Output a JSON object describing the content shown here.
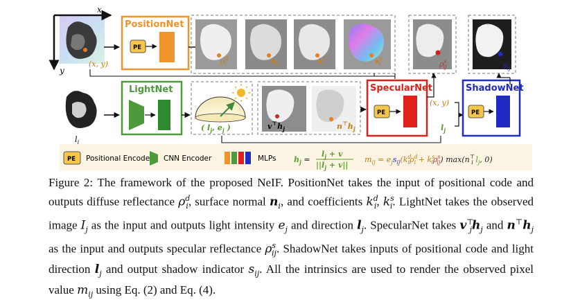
{
  "figure": {
    "axis_x": "x",
    "axis_y": "y",
    "coord_label": "(x, y)",
    "light_label": "l",
    "light_sub": "j",
    "positionnet": {
      "title": "PositionNet",
      "pe": "PE"
    },
    "lightnet": {
      "title": "LightNet"
    },
    "specularnet": {
      "title": "SpecularNet",
      "pe": "PE"
    },
    "shadownet": {
      "title": "ShadowNet",
      "pe": "PE"
    },
    "outputs": {
      "rho_d": "ρ",
      "rho_d_sup": "d",
      "rho_d_sub": "i",
      "n": "n",
      "n_sub": "i",
      "k_d": "k",
      "k_d_sup": "d",
      "k_d_sub": "i",
      "k_s": "k",
      "k_s_sup": "s",
      "k_s_sub": "i",
      "rho_s": "ρ",
      "rho_s_sup": "s",
      "rho_s_sub": "ij",
      "s": "s",
      "s_sub": "ij"
    },
    "light_params": "( l",
    "light_params_sub": "j",
    "light_params_e": ", e",
    "light_params_e_sub": "j",
    "light_params_close": " )",
    "vh": "v",
    "vh_sup": "⊤",
    "vh_h": "h",
    "vh_sub": "j",
    "nh": "n",
    "nh_sup": "⊤",
    "nh_h": "h",
    "nh_sub": "j",
    "spec_xy": "(x, y)",
    "spec_l": "l",
    "spec_l_sub": "j"
  },
  "legend": {
    "pe_box": "PE",
    "pe_text": "Positional Encode",
    "cnn_text": "CNN Encoder",
    "mlp_text": "MLPs",
    "h_formula_lhs": "h",
    "h_formula_sub": "j",
    "h_formula_eq": " = ",
    "h_num": "l",
    "h_num_sub": "j",
    "h_num_rest": " + v",
    "h_den": "||l",
    "h_den_sub": "j",
    "h_den_rest": " + v||",
    "m_formula": "m",
    "m_sub": "ij",
    "m_rest": " = e",
    "m_ej": "j",
    "m_s": "s",
    "m_s_sub": "ij",
    "m_paren": "(k",
    "m_kd": "d",
    "m_kd_sub": "i",
    "m_rhod": "ρ",
    "m_rhod_sup": "d",
    "m_rhod_sub": "i",
    "m_plus": " + k",
    "m_ks": "s",
    "m_ks_sub": "i",
    "m_rhos": "ρ",
    "m_rhos_sup": "s",
    "m_rhos_sub": "ij",
    "m_max": ") max(n",
    "m_max_sup": "⊤",
    "m_max_sub": "i",
    "m_max_l": " l",
    "m_max_l_sub": "j",
    "m_max_end": ", 0)"
  },
  "colors": {
    "positionnet": "#f0932b",
    "lightnet": "#4d9a3d",
    "specularnet": "#e0201b",
    "shadownet": "#1f2bc4",
    "pe_fill": "#f6c64a",
    "legend_bg": "#fbf4e3",
    "math_orange": "#c77b12",
    "math_green": "#5c9a2e",
    "math_red": "#c0302a"
  },
  "caption": {
    "part1": "Figure 2: The framework of the proposed NeIF. PositionNet takes the input of positional code and outputs diffuse reflectance ",
    "rho_d": "ρ",
    "rho_d_sup": "d",
    "rho_d_sub": "i",
    "part2": ", surface normal ",
    "n_i": "n",
    "n_i_sub": "i",
    "part3": ", and coefficients ",
    "k_d": "k",
    "k_d_sup": "d",
    "k_d_sub": "i",
    "sep": ", ",
    "k_s": "k",
    "k_s_sup": "s",
    "k_s_sub": "i",
    "part4": ". LightNet takes the observed image ",
    "I_j": "I",
    "I_j_sub": "j",
    "part5": " as the input and outputs light intensity ",
    "e_j": "e",
    "e_j_sub": "j",
    "part6": " and direction ",
    "l_j": "l",
    "l_j_sub": "j",
    "part7": ". SpecularNet takes ",
    "v": "v",
    "v_sup": "⊤",
    "v_sub": "j",
    "h": "h",
    "h_sub": "j",
    "part8": " and ",
    "n2": "n",
    "n2_sup": "⊤",
    "h2": "h",
    "h2_sub": "j",
    "part9": " as the input and outputs specular reflectance ",
    "rho_s": "ρ",
    "rho_s_sup": "s",
    "rho_s_sub": "ij",
    "part10": ". ShadowNet takes inputs of positional code and light direction ",
    "l2": "l",
    "l2_sub": "j",
    "part11": " and output shadow indicator ",
    "s": "s",
    "s_sub": "ij",
    "part12": ". All the intrinsics are used to render the observed pixel value ",
    "m": "m",
    "m_sub": "ij",
    "part13": " using Eq. (2) and Eq. (4)."
  }
}
